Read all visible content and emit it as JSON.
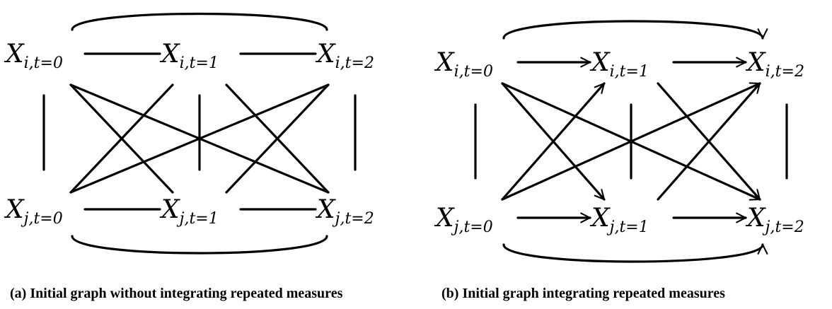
{
  "diagrams": [
    {
      "id": "a",
      "caption": "(a) Initial graph without integrating repeated measures",
      "nodes": [
        {
          "id": "i0",
          "var": "X",
          "sub": "i,t=0"
        },
        {
          "id": "i1",
          "var": "X",
          "sub": "i,t=1"
        },
        {
          "id": "i2",
          "var": "X",
          "sub": "i,t=2"
        },
        {
          "id": "j0",
          "var": "X",
          "sub": "j,t=0"
        },
        {
          "id": "j1",
          "var": "X",
          "sub": "j,t=1"
        },
        {
          "id": "j2",
          "var": "X",
          "sub": "j,t=2"
        }
      ],
      "edges": [
        {
          "from": "i0",
          "to": "i1",
          "directed": false
        },
        {
          "from": "i1",
          "to": "i2",
          "directed": false
        },
        {
          "from": "j0",
          "to": "j1",
          "directed": false
        },
        {
          "from": "j1",
          "to": "j2",
          "directed": false
        },
        {
          "from": "i0",
          "to": "i2",
          "directed": false
        },
        {
          "from": "j0",
          "to": "j2",
          "directed": false
        },
        {
          "from": "i0",
          "to": "j0",
          "directed": false
        },
        {
          "from": "i1",
          "to": "j1",
          "directed": false
        },
        {
          "from": "i2",
          "to": "j2",
          "directed": false
        },
        {
          "from": "i0",
          "to": "j1",
          "directed": false
        },
        {
          "from": "i0",
          "to": "j2",
          "directed": false
        },
        {
          "from": "i1",
          "to": "j0",
          "directed": false
        },
        {
          "from": "i1",
          "to": "j2",
          "directed": false
        },
        {
          "from": "i2",
          "to": "j0",
          "directed": false
        },
        {
          "from": "i2",
          "to": "j1",
          "directed": false
        }
      ]
    },
    {
      "id": "b",
      "caption": "(b) Initial graph integrating repeated measures",
      "nodes": [
        {
          "id": "i0",
          "var": "X",
          "sub": "i,t=0"
        },
        {
          "id": "i1",
          "var": "X",
          "sub": "i,t=1"
        },
        {
          "id": "i2",
          "var": "X",
          "sub": "i,t=2"
        },
        {
          "id": "j0",
          "var": "X",
          "sub": "j,t=0"
        },
        {
          "id": "j1",
          "var": "X",
          "sub": "j,t=1"
        },
        {
          "id": "j2",
          "var": "X",
          "sub": "j,t=2"
        }
      ],
      "edges": [
        {
          "from": "i0",
          "to": "i1",
          "directed": true
        },
        {
          "from": "i1",
          "to": "i2",
          "directed": true
        },
        {
          "from": "j0",
          "to": "j1",
          "directed": true
        },
        {
          "from": "j1",
          "to": "j2",
          "directed": true
        },
        {
          "from": "i0",
          "to": "i2",
          "directed": true
        },
        {
          "from": "j0",
          "to": "j2",
          "directed": true
        },
        {
          "from": "i0",
          "to": "j0",
          "directed": false
        },
        {
          "from": "i1",
          "to": "j1",
          "directed": false
        },
        {
          "from": "i2",
          "to": "j2",
          "directed": false
        },
        {
          "from": "i0",
          "to": "j1",
          "directed": true
        },
        {
          "from": "i0",
          "to": "j2",
          "directed": true
        },
        {
          "from": "j0",
          "to": "i1",
          "directed": true
        },
        {
          "from": "j0",
          "to": "i2",
          "directed": true
        },
        {
          "from": "i1",
          "to": "j2",
          "directed": true
        },
        {
          "from": "j1",
          "to": "i2",
          "directed": true
        }
      ]
    }
  ]
}
